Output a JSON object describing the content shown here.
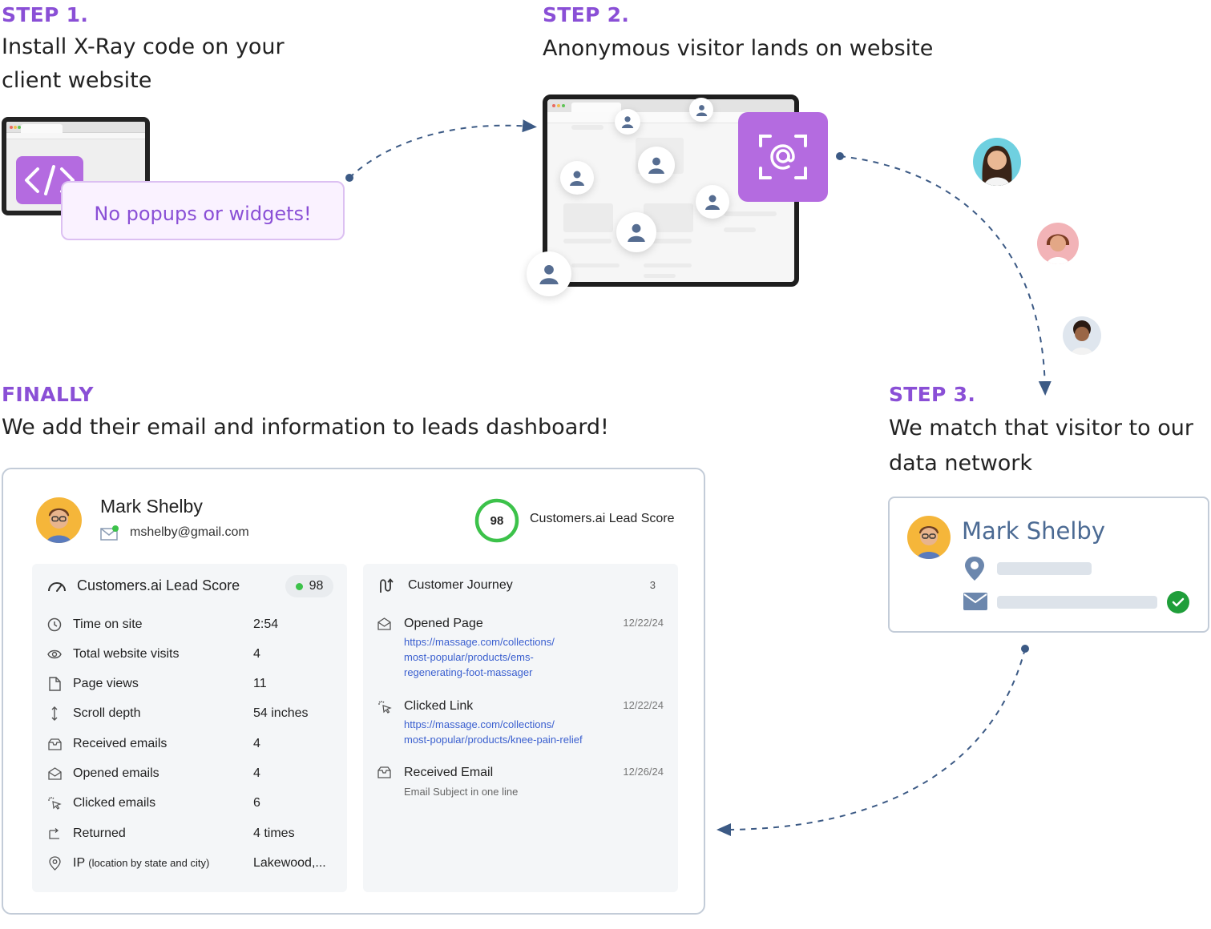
{
  "step1": {
    "label": "STEP 1.",
    "text_line1": "Install X-Ray code on your",
    "text_line2": "client website",
    "pill_text": "No popups or widgets!"
  },
  "step2": {
    "label": "STEP 2.",
    "text": "Anonymous visitor lands on website"
  },
  "step3": {
    "label": "STEP 3.",
    "text_line1": "We match that visitor to our",
    "text_line2": "data network",
    "card_name": "Mark Shelby"
  },
  "finally": {
    "label": "FINALLY",
    "text": "We add their email and information to leads dashboard!"
  },
  "dashboard": {
    "name": "Mark Shelby",
    "email": "mshelby@gmail.com",
    "score": "98",
    "score_label": "Customers.ai Lead Score",
    "lead_panel": {
      "title": "Customers.ai Lead Score",
      "badge": "98",
      "rows": [
        {
          "icon": "clock-icon",
          "label": "Time on site",
          "value": "2:54"
        },
        {
          "icon": "eye-icon",
          "label": "Total website visits",
          "value": "4"
        },
        {
          "icon": "page-icon",
          "label": "Page views",
          "value": "11"
        },
        {
          "icon": "scroll-icon",
          "label": "Scroll depth",
          "value": "54 inches"
        },
        {
          "icon": "inbox-icon",
          "label": "Received emails",
          "value": "4"
        },
        {
          "icon": "open-mail-icon",
          "label": "Opened emails",
          "value": "4"
        },
        {
          "icon": "cursor-click-icon",
          "label": "Clicked emails",
          "value": "6"
        },
        {
          "icon": "return-icon",
          "label": "Returned",
          "value": "4 times"
        },
        {
          "icon": "location-icon",
          "label": "IP",
          "label_note": "(location by state and city)",
          "value": "Lakewood,..."
        }
      ]
    },
    "journey_panel": {
      "title": "Customer Journey",
      "count": "3",
      "items": [
        {
          "icon": "open-mail-icon",
          "title": "Opened Page",
          "date": "12/22/24",
          "link_lines": [
            "https://massage.com/collections/",
            "most-popular/products/ems-",
            "regenerating-foot-massager"
          ]
        },
        {
          "icon": "cursor-click-icon",
          "title": "Clicked Link",
          "date": "12/22/24",
          "link_lines": [
            "https://massage.com/collections/",
            "most-popular/products/knee-pain-relief"
          ]
        },
        {
          "icon": "inbox-icon",
          "title": "Received Email",
          "date": "12/26/24",
          "sub": "Email Subject in one line"
        }
      ]
    }
  },
  "colors": {
    "accent": "#8a4fd6",
    "tile": "#b46be0",
    "navy": "#3c5a85",
    "link": "#3a5fcf",
    "green": "#3cc24a"
  }
}
